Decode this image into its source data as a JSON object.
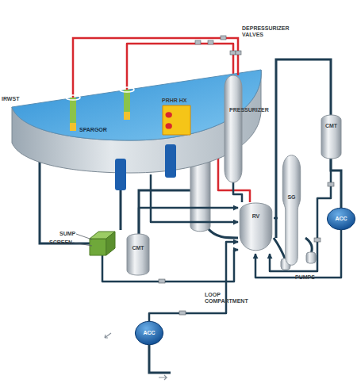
{
  "diagram": {
    "nodes": [
      {
        "text": [
          "IRWST"
        ]
      },
      {
        "text": [
          "PRHR HX"
        ],
        "in": 0
      },
      {
        "text": [
          "PRESSURIZER"
        ]
      },
      {
        "text": [
          "CMT"
        ]
      },
      {
        "text": [
          "SG"
        ]
      },
      {
        "text": [
          "RV"
        ]
      },
      {
        "text": [
          "ACC"
        ]
      },
      {
        "text": [
          "SUMP",
          "SCREEN"
        ]
      },
      {
        "text": [
          "CMT"
        ]
      },
      {
        "text": [
          "ACC"
        ]
      }
    ],
    "edges": [
      {
        "from": 2,
        "to": 0,
        "arrow": "none"
      },
      {
        "from": 1,
        "to": 5,
        "arrow": "none"
      },
      {
        "from": 3,
        "to": 5,
        "arrow": "to"
      },
      {
        "from": 6,
        "to": 5,
        "arrow": "to"
      },
      {
        "from": 8,
        "to": 5,
        "arrow": "to"
      },
      {
        "from": 9,
        "to": 5,
        "arrow": "to"
      },
      {
        "from": 0,
        "to": 5,
        "arrow": "to"
      },
      {
        "from": 7,
        "to": 5,
        "arrow": "to"
      },
      {
        "from": 5,
        "to": 4,
        "arrow": "none"
      },
      {
        "from": 5,
        "to": 2,
        "arrow": "none"
      }
    ],
    "labels": [
      "DEPRESSURIZER VALVES",
      "SPARGOR",
      "PUMPS",
      "LOOP COMPARTMENT"
    ]
  }
}
